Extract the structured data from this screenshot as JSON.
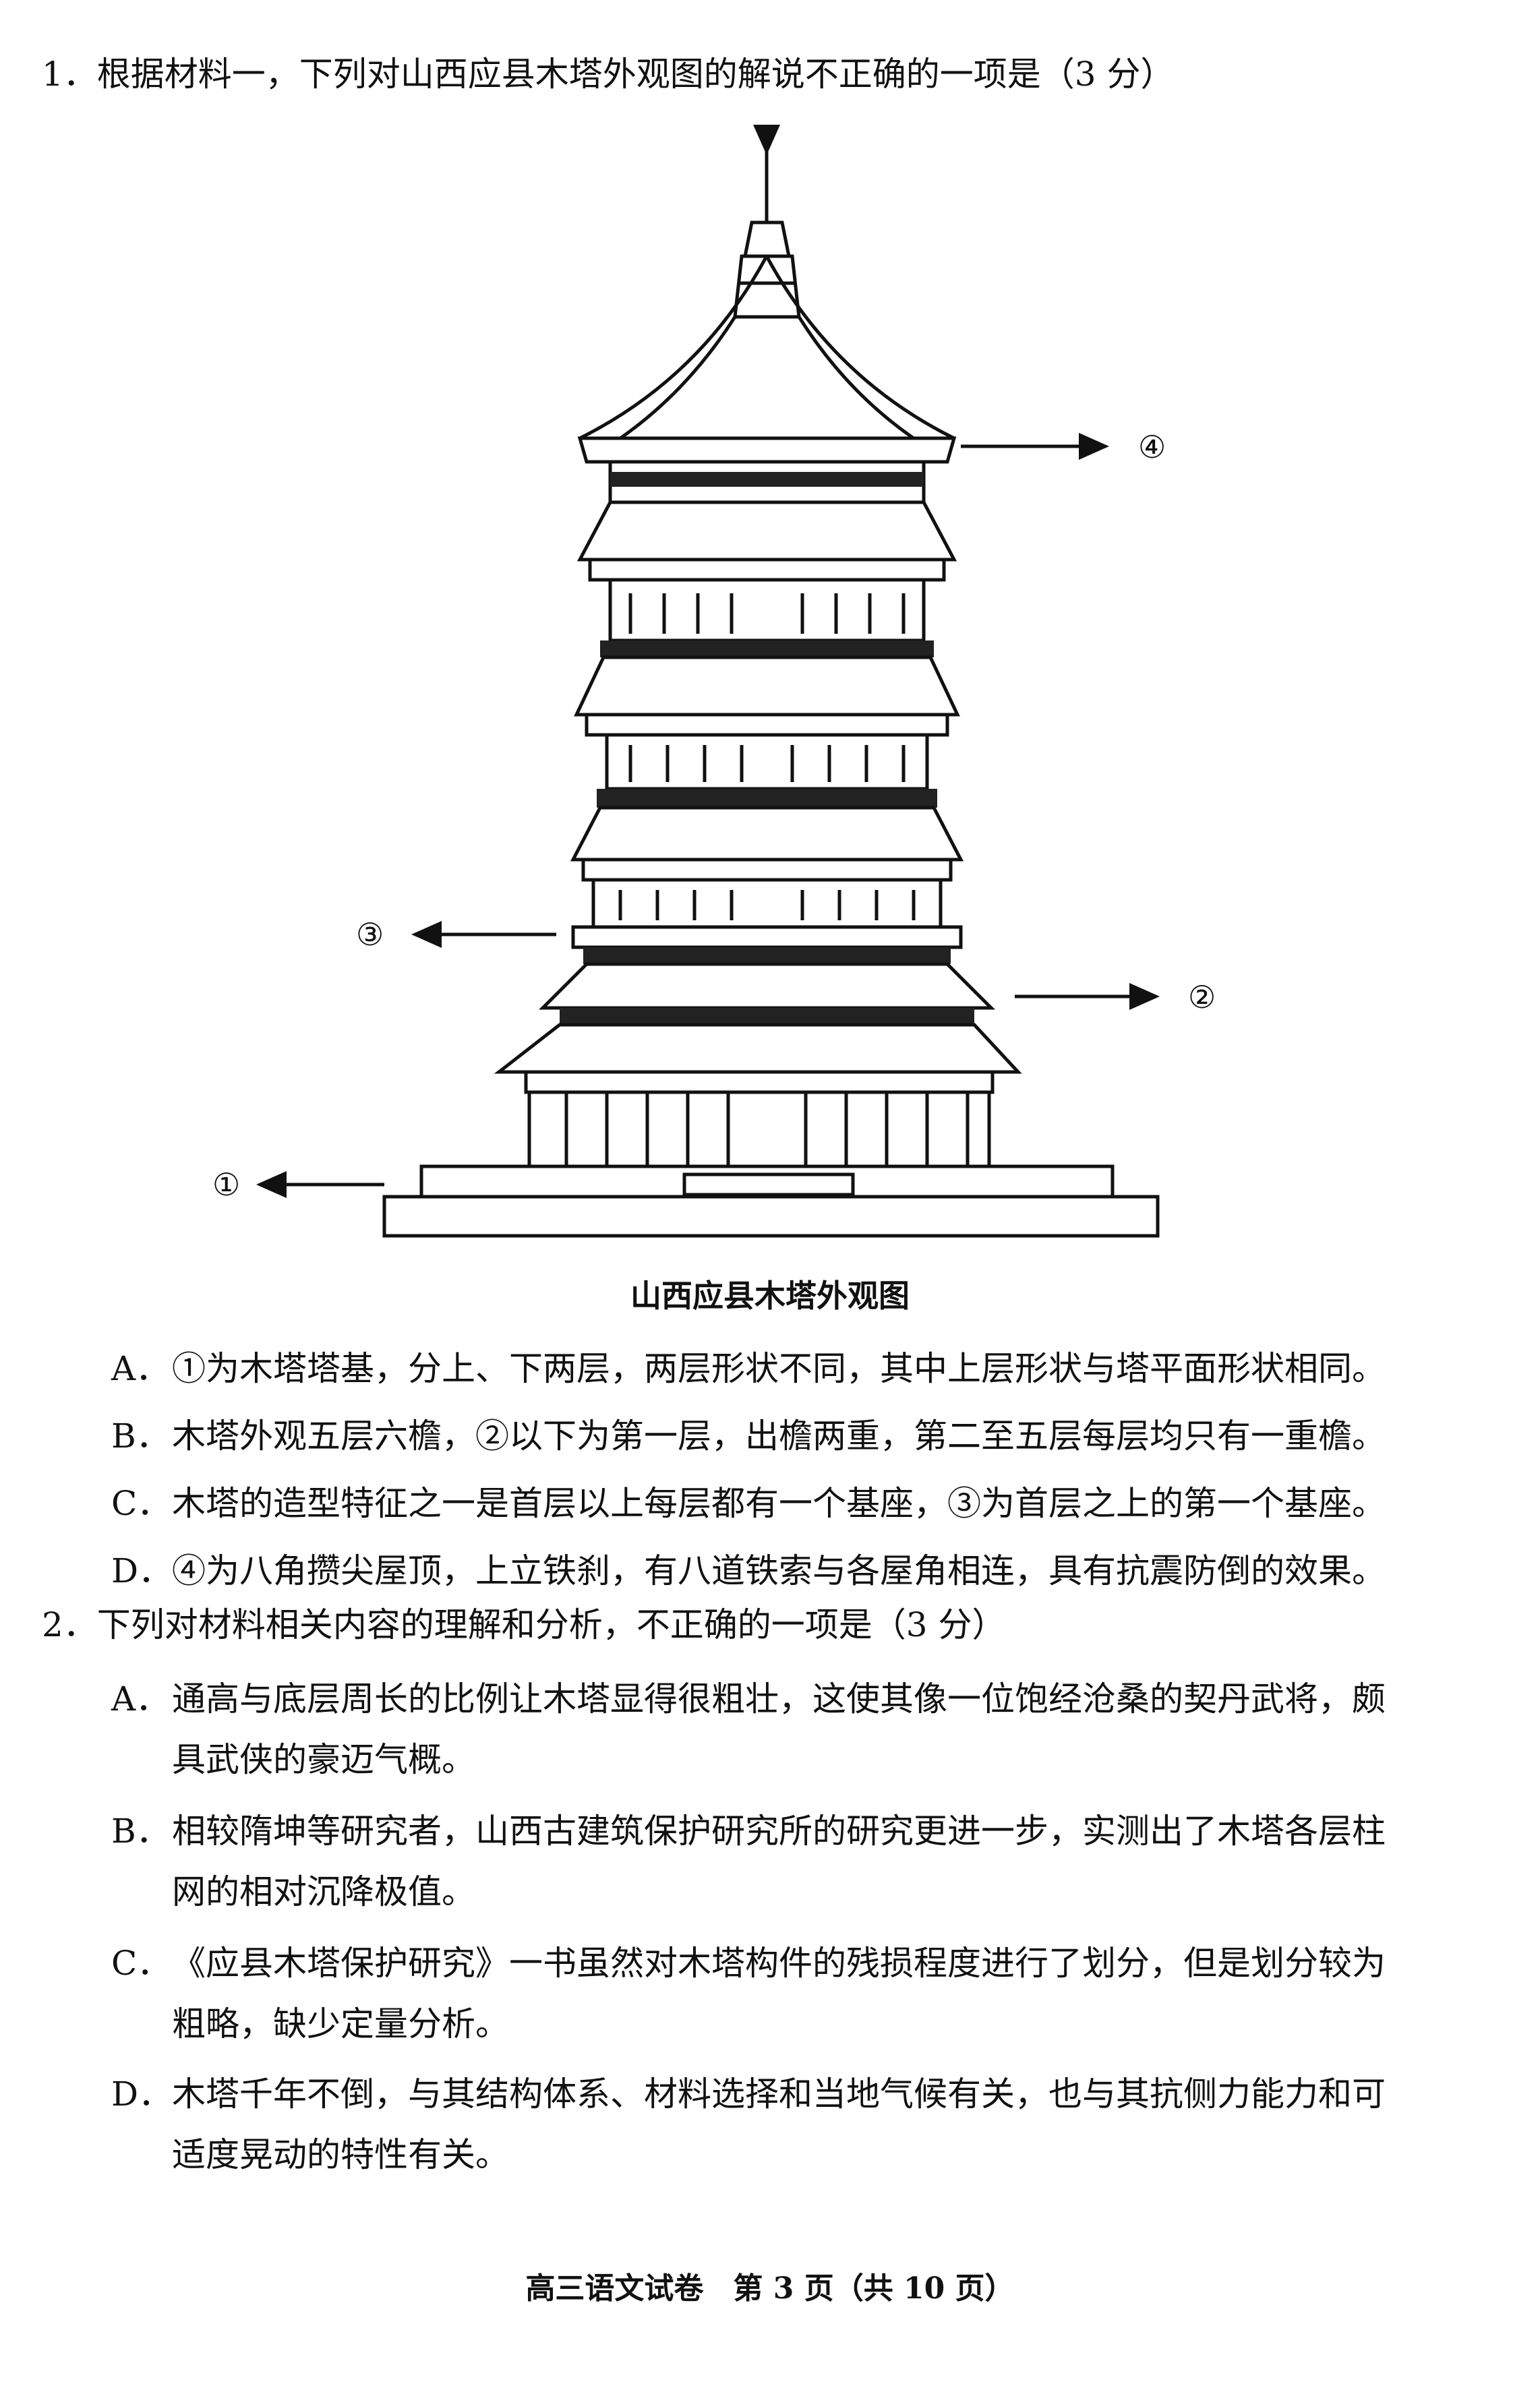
{
  "q1": {
    "stem": "1．根据材料一，下列对山西应县木塔外观图的解说不正确的一项是（3 分）",
    "figure": {
      "caption": "山西应县木塔外观图",
      "markers": [
        "①",
        "②",
        "③",
        "④"
      ]
    },
    "options": [
      {
        "label": "A．",
        "text": "①为木塔塔基，分上、下两层，两层形状不同，其中上层形状与塔平面形状相同。"
      },
      {
        "label": "B．",
        "text": "木塔外观五层六檐，②以下为第一层，出檐两重，第二至五层每层均只有一重檐。"
      },
      {
        "label": "C．",
        "text": "木塔的造型特征之一是首层以上每层都有一个基座，③为首层之上的第一个基座。"
      },
      {
        "label": "D．",
        "text": "④为八角攒尖屋顶，上立铁刹，有八道铁索与各屋角相连，具有抗震防倒的效果。"
      }
    ]
  },
  "q2": {
    "stem": "2．下列对材料相关内容的理解和分析，不正确的一项是（3 分）",
    "options": [
      {
        "label": "A．",
        "lines": [
          "通高与底层周长的比例让木塔显得很粗壮，这使其像一位饱经沧桑的契丹武将，颇",
          "具武侠的豪迈气概。"
        ]
      },
      {
        "label": "B．",
        "lines": [
          "相较隋坤等研究者，山西古建筑保护研究所的研究更进一步，实测出了木塔各层柱",
          "网的相对沉降极值。"
        ]
      },
      {
        "label": "C．",
        "lines": [
          "《应县木塔保护研究》一书虽然对木塔构件的残损程度进行了划分，但是划分较为",
          "粗略，缺少定量分析。"
        ]
      },
      {
        "label": "D．",
        "lines": [
          "木塔千年不倒，与其结构体系、材料选择和当地气候有关，也与其抗侧力能力和可",
          "适度晃动的特性有关。"
        ]
      }
    ]
  },
  "footer": "高三语文试卷　第 3 页（共 10 页）"
}
